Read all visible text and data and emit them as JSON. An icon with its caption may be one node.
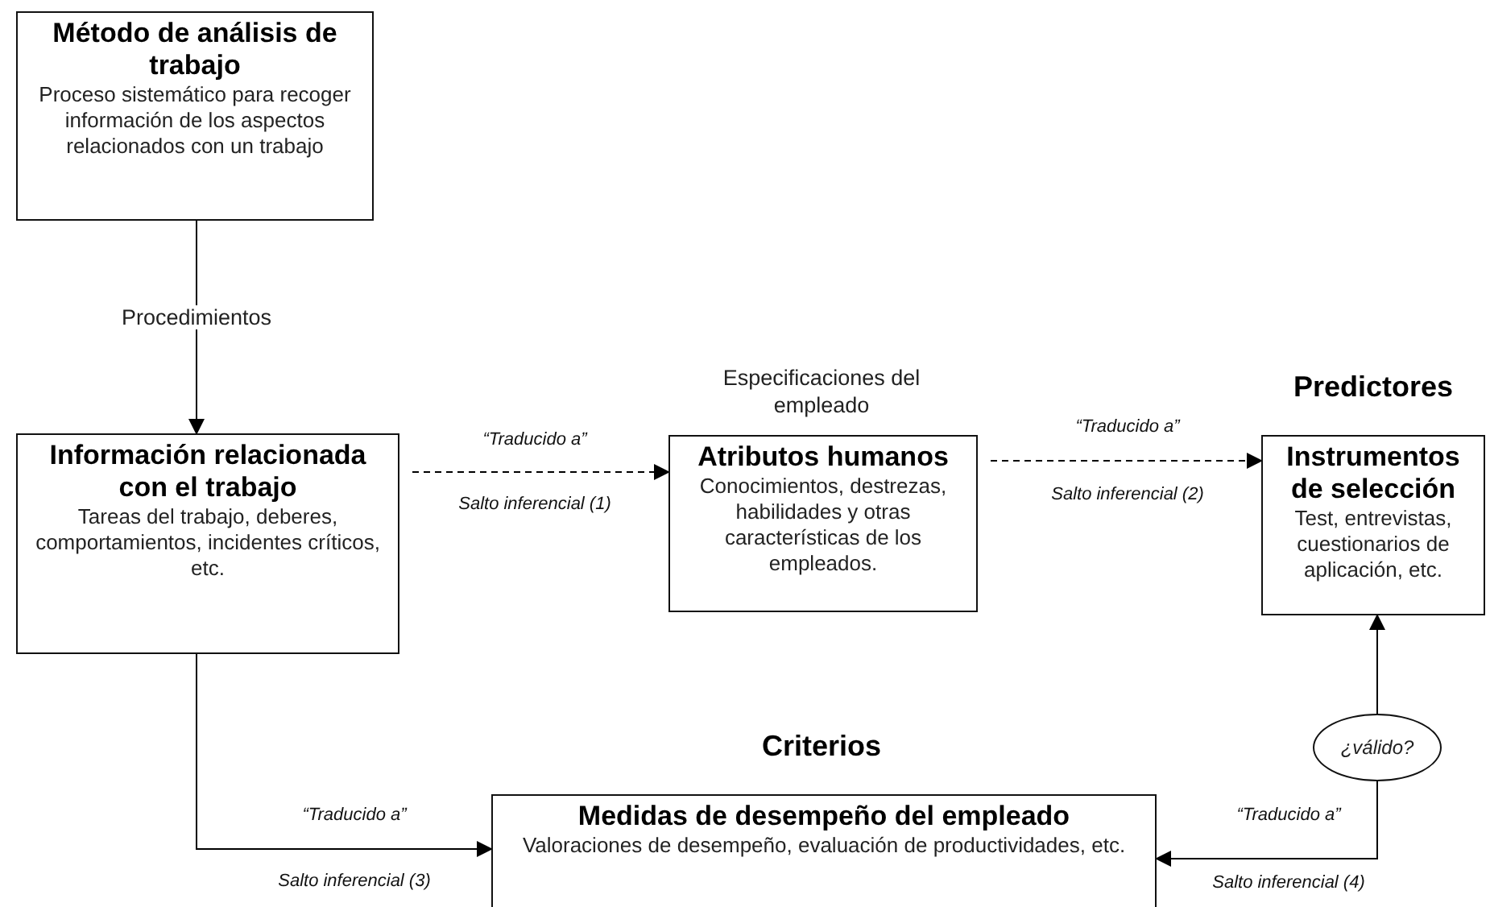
{
  "diagram": {
    "nodes": [
      {
        "text": [
          "Método de análisis de trabajo",
          "Proceso sistemático para recoger información de los aspectos relacionados con un trabajo"
        ]
      },
      {
        "text": [
          "Información relacionada con el trabajo",
          "Tareas del trabajo, deberes, comportamientos, incidentes críticos, etc."
        ]
      },
      {
        "text": [
          "Atributos humanos",
          "Conocimientos, destrezas, habilidades y otras características de los empleados."
        ],
        "beside": [
          "Especificaciones del empleado"
        ]
      },
      {
        "text": [
          "Instrumentos de selección",
          "Test, entrevistas, cuestionarios de aplicación, etc."
        ],
        "beside": [
          "Predictores"
        ]
      },
      {
        "text": [
          "Medidas de desempeño del empleado",
          "Valoraciones de desempeño, evaluación de productividades, etc."
        ],
        "beside": [
          "Criterios"
        ]
      },
      {
        "text": [
          "¿válido?"
        ]
      }
    ],
    "edges": [
      {
        "from": 0,
        "to": 1,
        "arrow": "to",
        "label": "Procedimientos"
      },
      {
        "from": 1,
        "to": 2,
        "arrow": "to",
        "label": "“Traducido a”",
        "style": "dashed"
      },
      {
        "from": 2,
        "to": 3,
        "arrow": "to",
        "label": "“Traducido a”",
        "style": "dashed"
      },
      {
        "from": 1,
        "to": 4,
        "arrow": "to",
        "label": "“Traducido a”"
      },
      {
        "from": 5,
        "to": 4,
        "arrow": "to",
        "label": "“Traducido a”"
      },
      {
        "from": 5,
        "to": 3,
        "arrow": "to"
      }
    ],
    "labels": [
      "Salto inferencial (1)",
      "Salto inferencial (2)",
      "Salto inferencial (3)",
      "Salto inferencial (4)"
    ]
  }
}
